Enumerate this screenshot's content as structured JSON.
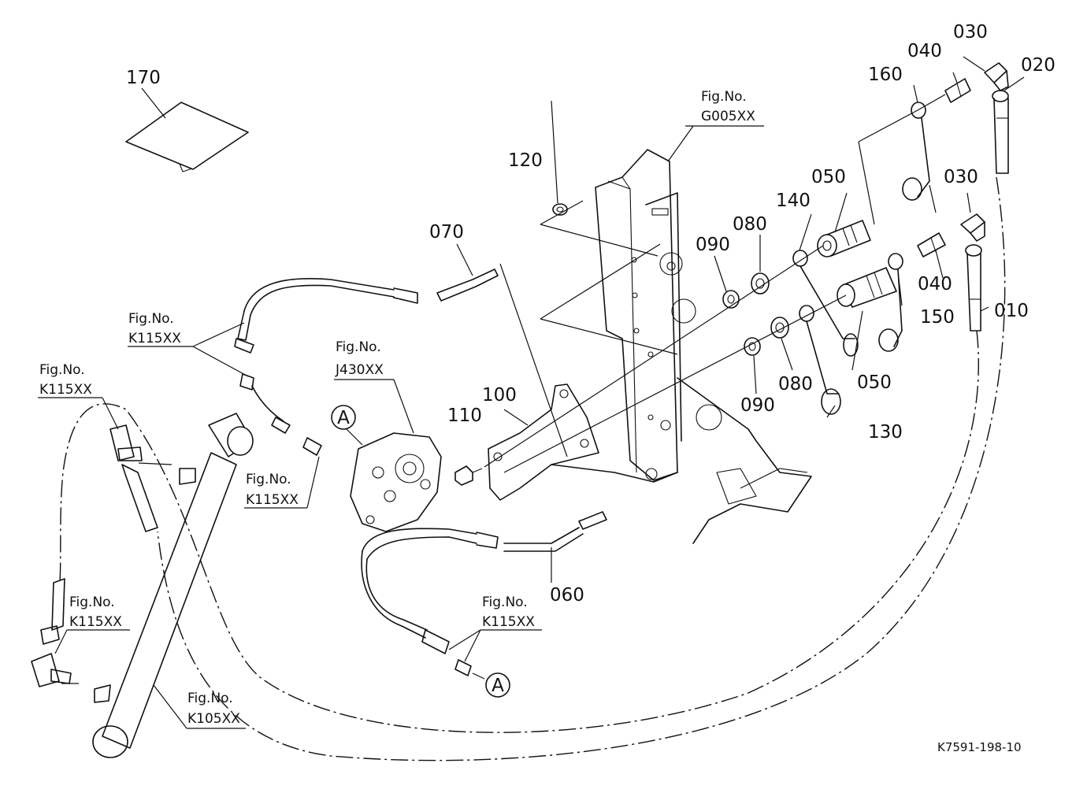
{
  "diagram": {
    "drawing_code": "K7591-198-10",
    "callout_letter": "A",
    "part_numbers": {
      "p010": "010",
      "p020": "020",
      "p030a": "030",
      "p030b": "030",
      "p040a": "040",
      "p040b": "040",
      "p050a": "050",
      "p050b": "050",
      "p060": "060",
      "p070": "070",
      "p080a": "080",
      "p080b": "080",
      "p090a": "090",
      "p090b": "090",
      "p100": "100",
      "p110": "110",
      "p120": "120",
      "p130": "130",
      "p140": "140",
      "p150": "150",
      "p160": "160",
      "p170": "170"
    },
    "figure_refs": {
      "g005_label": "Fig.No.",
      "g005_code": "G005XX",
      "k115a_label": "Fig.No.",
      "k115a_code": "K115XX",
      "k115b_label": "Fig.No.",
      "k115b_code": "K115XX",
      "j430_label": "Fig.No.",
      "j430_code": "J430XX",
      "k115c_label": "Fig.No.",
      "k115c_code": "K115XX",
      "k115d_label": "Fig.No.",
      "k115d_code": "K115XX",
      "k115e_label": "Fig.No.",
      "k115e_code": "K115XX",
      "k105_label": "Fig.No.",
      "k105_code": "K105XX"
    }
  }
}
